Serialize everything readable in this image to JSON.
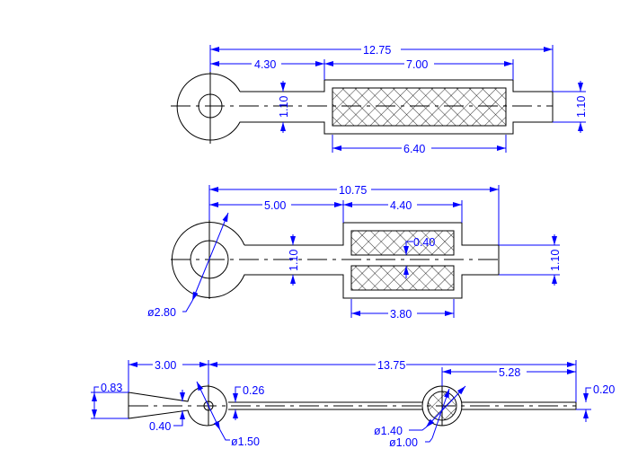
{
  "view_top": {
    "overall": "12.75",
    "left": "4.30",
    "middle": "7.00",
    "inner": "6.40",
    "shaft_left": "1.10",
    "shaft_right": "1.10"
  },
  "view_middle": {
    "overall": "10.75",
    "left": "5.00",
    "middle": "4.40",
    "inner": "3.80",
    "gap": "0.40",
    "shaft_left": "1.10",
    "shaft_right": "1.10",
    "diameter": "ø2.80"
  },
  "view_bottom": {
    "left": "3.00",
    "overall": "13.75",
    "right": "5.28",
    "taper": "0.83",
    "tip": "0.40",
    "shaft": "0.26",
    "end": "0.20",
    "hub": "ø1.50",
    "outer": "ø1.40",
    "inner": "ø1.00"
  }
}
